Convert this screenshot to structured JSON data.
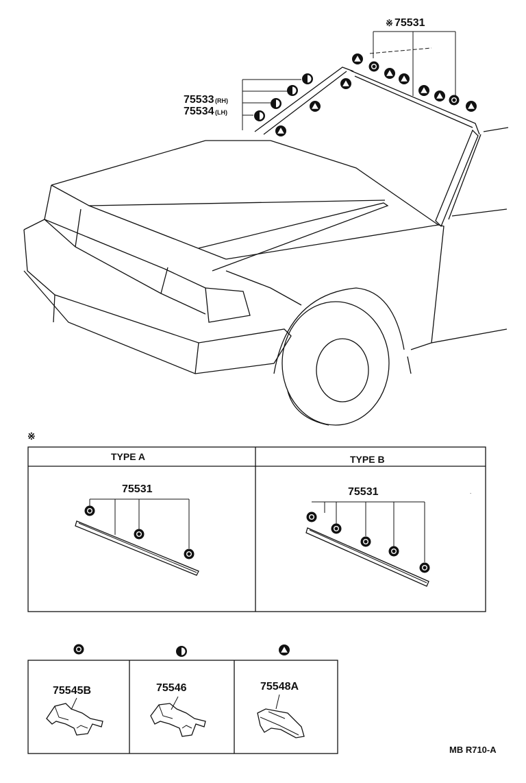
{
  "callouts": {
    "top_part": "75531",
    "top_marker": "※",
    "rh_part": "75533",
    "rh_suffix": "(RH)",
    "lh_part": "75534",
    "lh_suffix": "(LH)"
  },
  "section_marker": "※",
  "types": [
    {
      "header": "TYPE A",
      "part": "75531"
    },
    {
      "header": "TYPE B",
      "part": "75531"
    }
  ],
  "clips": [
    {
      "symbol": "circle-dot",
      "part": "75545B"
    },
    {
      "symbol": "half-circle",
      "part": "75546"
    },
    {
      "symbol": "triangle-circle",
      "part": "75548A"
    }
  ],
  "diagram_code": "MB R710-A"
}
